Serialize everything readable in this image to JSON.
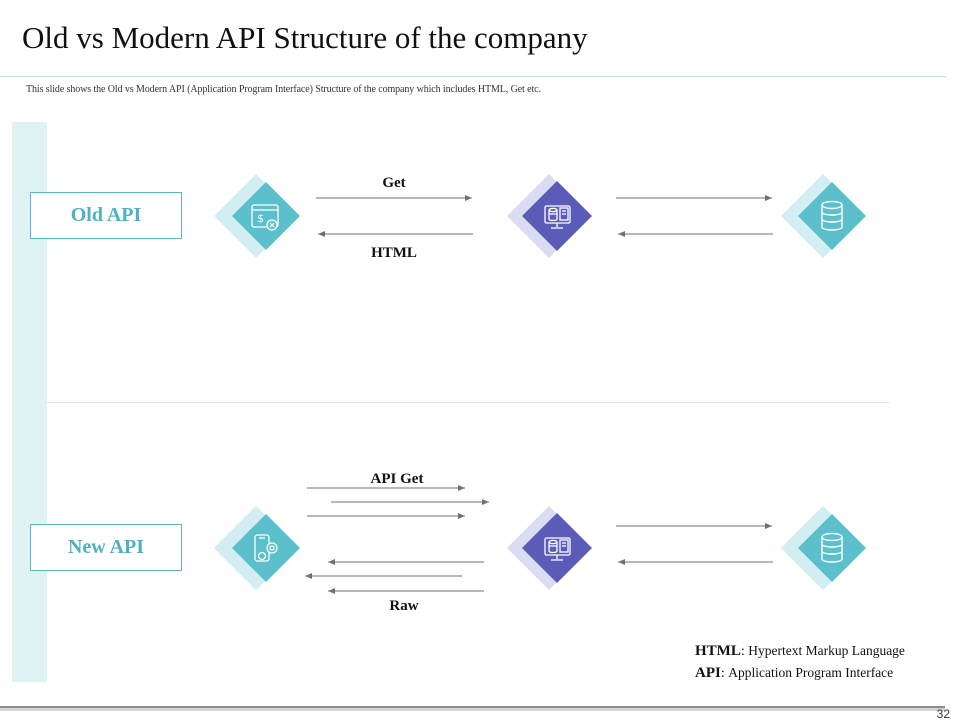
{
  "slide": {
    "title": "Old vs Modern API Structure of the company",
    "subtitle": "This slide shows the Old vs Modern API (Application Program Interface) Structure of the company which includes HTML, Get etc.",
    "page_number": "32"
  },
  "rows": {
    "old": {
      "label": "Old API",
      "request_label": "Get",
      "response_label": "HTML",
      "icons": [
        "web-payment-icon",
        "server-monitor-icon",
        "database-icon"
      ]
    },
    "new": {
      "label": "New API",
      "request_label": "API Get",
      "response_label": "Raw",
      "icons": [
        "mobile-settings-icon",
        "server-monitor-icon",
        "database-icon"
      ]
    }
  },
  "legend": {
    "html_term": "HTML",
    "html_def": "Hypertext Markup Language",
    "api_term": "API",
    "api_def": "Application Program Interface"
  },
  "colors": {
    "teal": "#5bbfcc",
    "teal_light": "#d3eef2",
    "indigo": "#5a5cb8",
    "indigo_light": "#dadcf2",
    "label_text": "#4eb0c0",
    "arrow": "#707070"
  }
}
